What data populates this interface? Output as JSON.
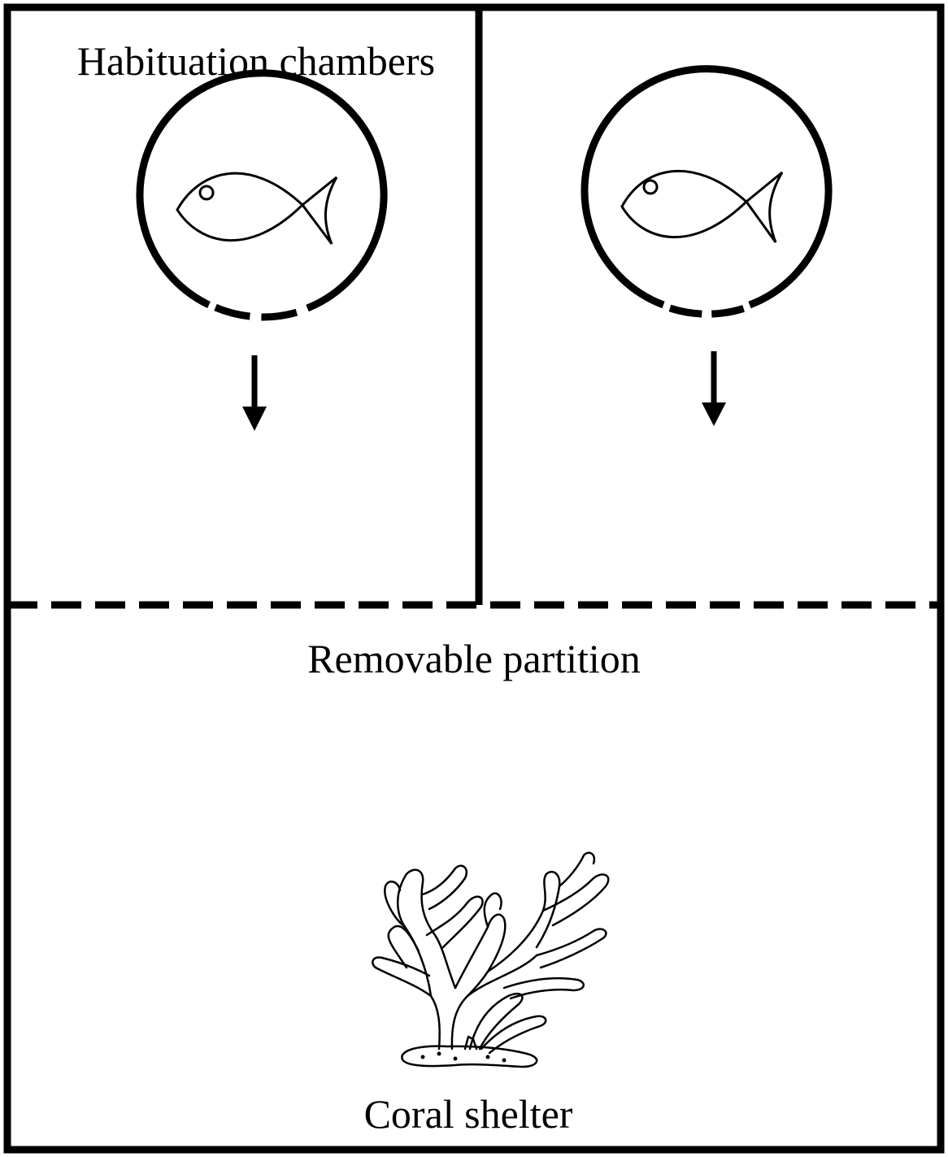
{
  "labels": {
    "habituation_chambers": "Habituation chambers",
    "removable_partition": "Removable partition",
    "coral_shelter": "Coral shelter"
  },
  "icons": {
    "fish": "fish-icon",
    "coral": "coral-icon",
    "arrow": "down-arrow-icon"
  },
  "colors": {
    "stroke": "#000000",
    "background": "#ffffff"
  }
}
